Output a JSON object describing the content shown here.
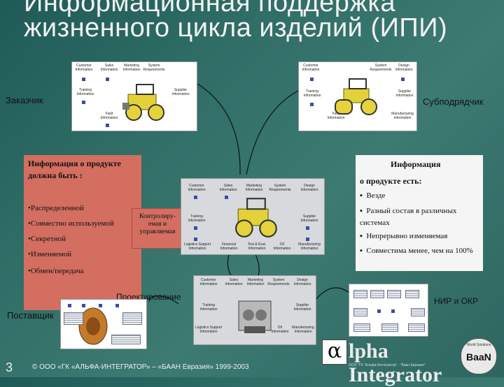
{
  "title": "Информационная поддержка жизненного цикла изделий (ИПИ)",
  "labels": {
    "customer": "Заказчик",
    "subcontractor": "Субподрядчик",
    "supplier": "Поставщик",
    "design": "Проектирование",
    "rnd": "НИР и ОКР"
  },
  "panel_nodes": {
    "customer": "Customer Information",
    "sales": "Sales Information",
    "marketing": "Marketing Information",
    "system": "System Requirements",
    "design": "Design Information",
    "training": "Training Information",
    "supplier": "Supplier Information",
    "field": "Field Information",
    "logistics": "Logistics Support Information",
    "financial": "Financial Information",
    "test": "Test & Eval. Information",
    "oa": "O/I Information",
    "manufacturing": "Manufacturing Information"
  },
  "left_info": {
    "heading": "Информация о продукте должна быть :",
    "items": [
      "•Распределенной",
      "•Совместно используемой",
      "•Секретной",
      "•Изменяемой",
      "•Обмен/передача"
    ]
  },
  "control_box": "Контролиру-емая и управляемая",
  "right_info": {
    "heading1": "Информация",
    "heading2": "о продукте есть:",
    "items": [
      "Везде",
      "Разный состав в различных системах",
      "Непрерывно изменяемая",
      "Совместима менее, чем на 100%"
    ]
  },
  "footer": {
    "page": "3",
    "copyright": "© ООО «ГК «АЛЬФА-ИНТЕГРАТОР» – «БААН Евразия» 1999-2003",
    "logo": "lpha Integrator",
    "logo_alpha": "α",
    "logo_small": "ООО \"ГК \"Альфа-Интегратор\" - \"Баан Евразия\"",
    "baan": "BaaN",
    "baan_ring": "World Solutions"
  },
  "colors": {
    "background": "#2f6d66",
    "left_box": "#d36e61",
    "title_text": "#f2f2f2"
  }
}
